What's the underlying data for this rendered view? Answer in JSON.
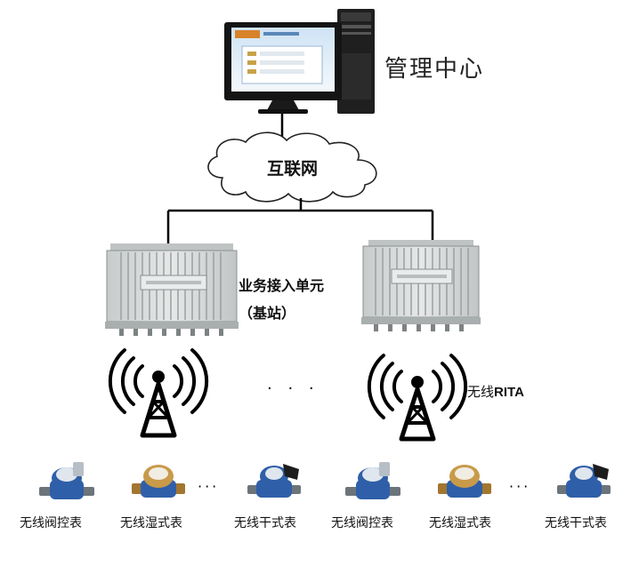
{
  "labels": {
    "management_center": "管理中心",
    "internet": "互联网",
    "access_unit_line1": "业务接入单元",
    "access_unit_line2": "（基站）",
    "wireless_prefix": "无线",
    "wireless_protocol": "RITA",
    "ellipsis_wide": "· · ·",
    "ellipsis_small": "···"
  },
  "meters": [
    "无线阀控表",
    "无线湿式表",
    "无线干式表",
    "无线阀控表",
    "无线湿式表",
    "无线干式表"
  ],
  "colors": {
    "line": "#000000",
    "device_body": "#d9dcdc",
    "meter_blue": "#2f5fa8",
    "meter_brass": "#c89a4a"
  }
}
